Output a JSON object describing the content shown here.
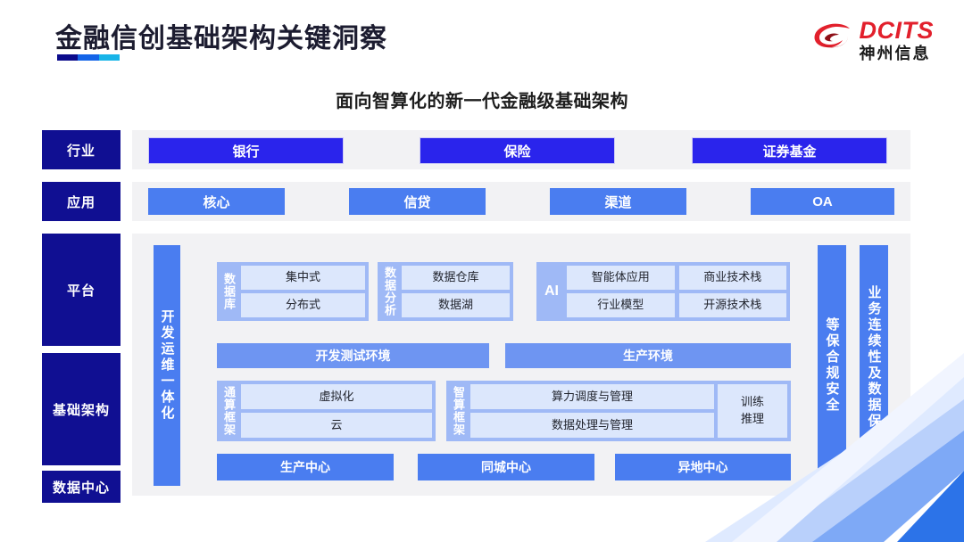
{
  "header": {
    "title": "金融信创基础架构关键洞察",
    "rule_colors": [
      "#0b0b8c",
      "#1464e8",
      "#18b4e8"
    ],
    "logo": {
      "mark": "dcits-swirl-logo",
      "en": "DCITS",
      "cn": "神州信息",
      "color": "#e2202c"
    }
  },
  "subtitle": "面向智算化的新一代金融级基础架构",
  "layers": [
    {
      "label": "行业"
    },
    {
      "label": "应用"
    },
    {
      "label": "平台"
    },
    {
      "label": "基础架构"
    },
    {
      "label": "数据中心"
    }
  ],
  "industry_row": [
    "银行",
    "保险",
    "证券基金"
  ],
  "application_row": [
    "核心",
    "信贷",
    "渠道",
    "OA"
  ],
  "devops_bar": "开发运维一体化",
  "platform_groups": [
    {
      "title": "数据库",
      "title_orientation": "vertical",
      "rows": [
        [
          "集中式"
        ],
        [
          "分布式"
        ]
      ]
    },
    {
      "title": "数据分析",
      "title_orientation": "vertical",
      "rows": [
        [
          "数据仓库"
        ],
        [
          "数据湖"
        ]
      ]
    },
    {
      "title": "AI",
      "title_orientation": "horizontal",
      "rows": [
        [
          "智能体应用",
          "商业技术栈"
        ],
        [
          "行业模型",
          "开源技术栈"
        ]
      ]
    }
  ],
  "environment_row": [
    "开发测试环境",
    "生产环境"
  ],
  "infra_groups": [
    {
      "title": "通算框架",
      "rows": [
        [
          "虚拟化"
        ],
        [
          "云"
        ]
      ],
      "side": null
    },
    {
      "title": "智算框架",
      "rows": [
        [
          "算力调度与管理"
        ],
        [
          "数据处理与管理"
        ]
      ],
      "side": [
        "训练",
        "推理"
      ]
    }
  ],
  "datacenter_row": [
    "生产中心",
    "同城中心",
    "异地中心"
  ],
  "right_bars": [
    "等保合规安全",
    "业务连续性及数据保护"
  ],
  "colors": {
    "navy": "#100f92",
    "industry_blue": "#2a24ec",
    "app_blue": "#4a7df0",
    "group_blue": "#9fb9f6",
    "cell_blue": "#dce7fc",
    "panel_gray": "#f2f2f4"
  }
}
